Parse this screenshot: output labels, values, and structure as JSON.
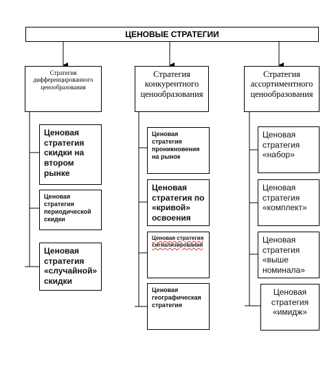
{
  "title": "ЦЕНОВЫЕ СТРАТЕГИИ",
  "categories": [
    {
      "label": "Стратегия дифференцированного ценообразования",
      "items": [
        "Ценовая стратегия скидки на втором рынке",
        "Ценовая стратегия периодической скидки",
        "Ценовая стратегия «случайной» скидки"
      ]
    },
    {
      "label": "Стратегия конкурентного ценообразования",
      "items": [
        "Ценовая стратегия проникновения на рынок",
        "Ценовая стратегия по «кривой» освоения",
        "Ценовая стратегия сигнализирования",
        "Ценовая географическая стратегия"
      ]
    },
    {
      "label": "Стратегия ассортиментного ценообразования",
      "items": [
        "Ценовая стратегия «набор»",
        "Ценовая стратегия «комплект»",
        "Ценовая стратегия «выше номинала»",
        "Ценовая стратегия «имидж»"
      ]
    }
  ]
}
